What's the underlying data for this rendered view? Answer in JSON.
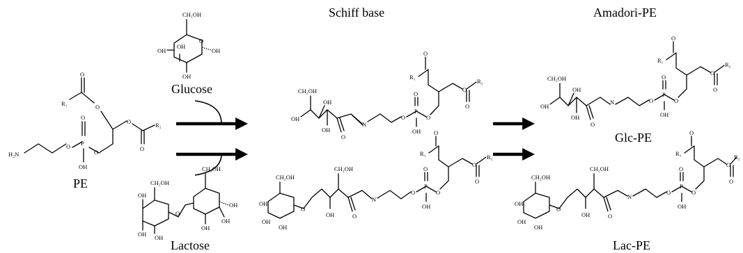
{
  "labels": {
    "schiff_base": "Schiff base",
    "amadori_pe": "Amadori-PE",
    "glucose": "Glucose",
    "lactose": "Lactose",
    "pe": "PE",
    "glc_pe": "Glc-PE",
    "lac_pe": "Lac-PE"
  },
  "atoms": {
    "ch2oh": "CH₂OH",
    "oh": "OH",
    "o": "O",
    "n": "N",
    "p": "P",
    "h2n": "H₂N",
    "r1": "R₁",
    "r2": "R₂"
  }
}
